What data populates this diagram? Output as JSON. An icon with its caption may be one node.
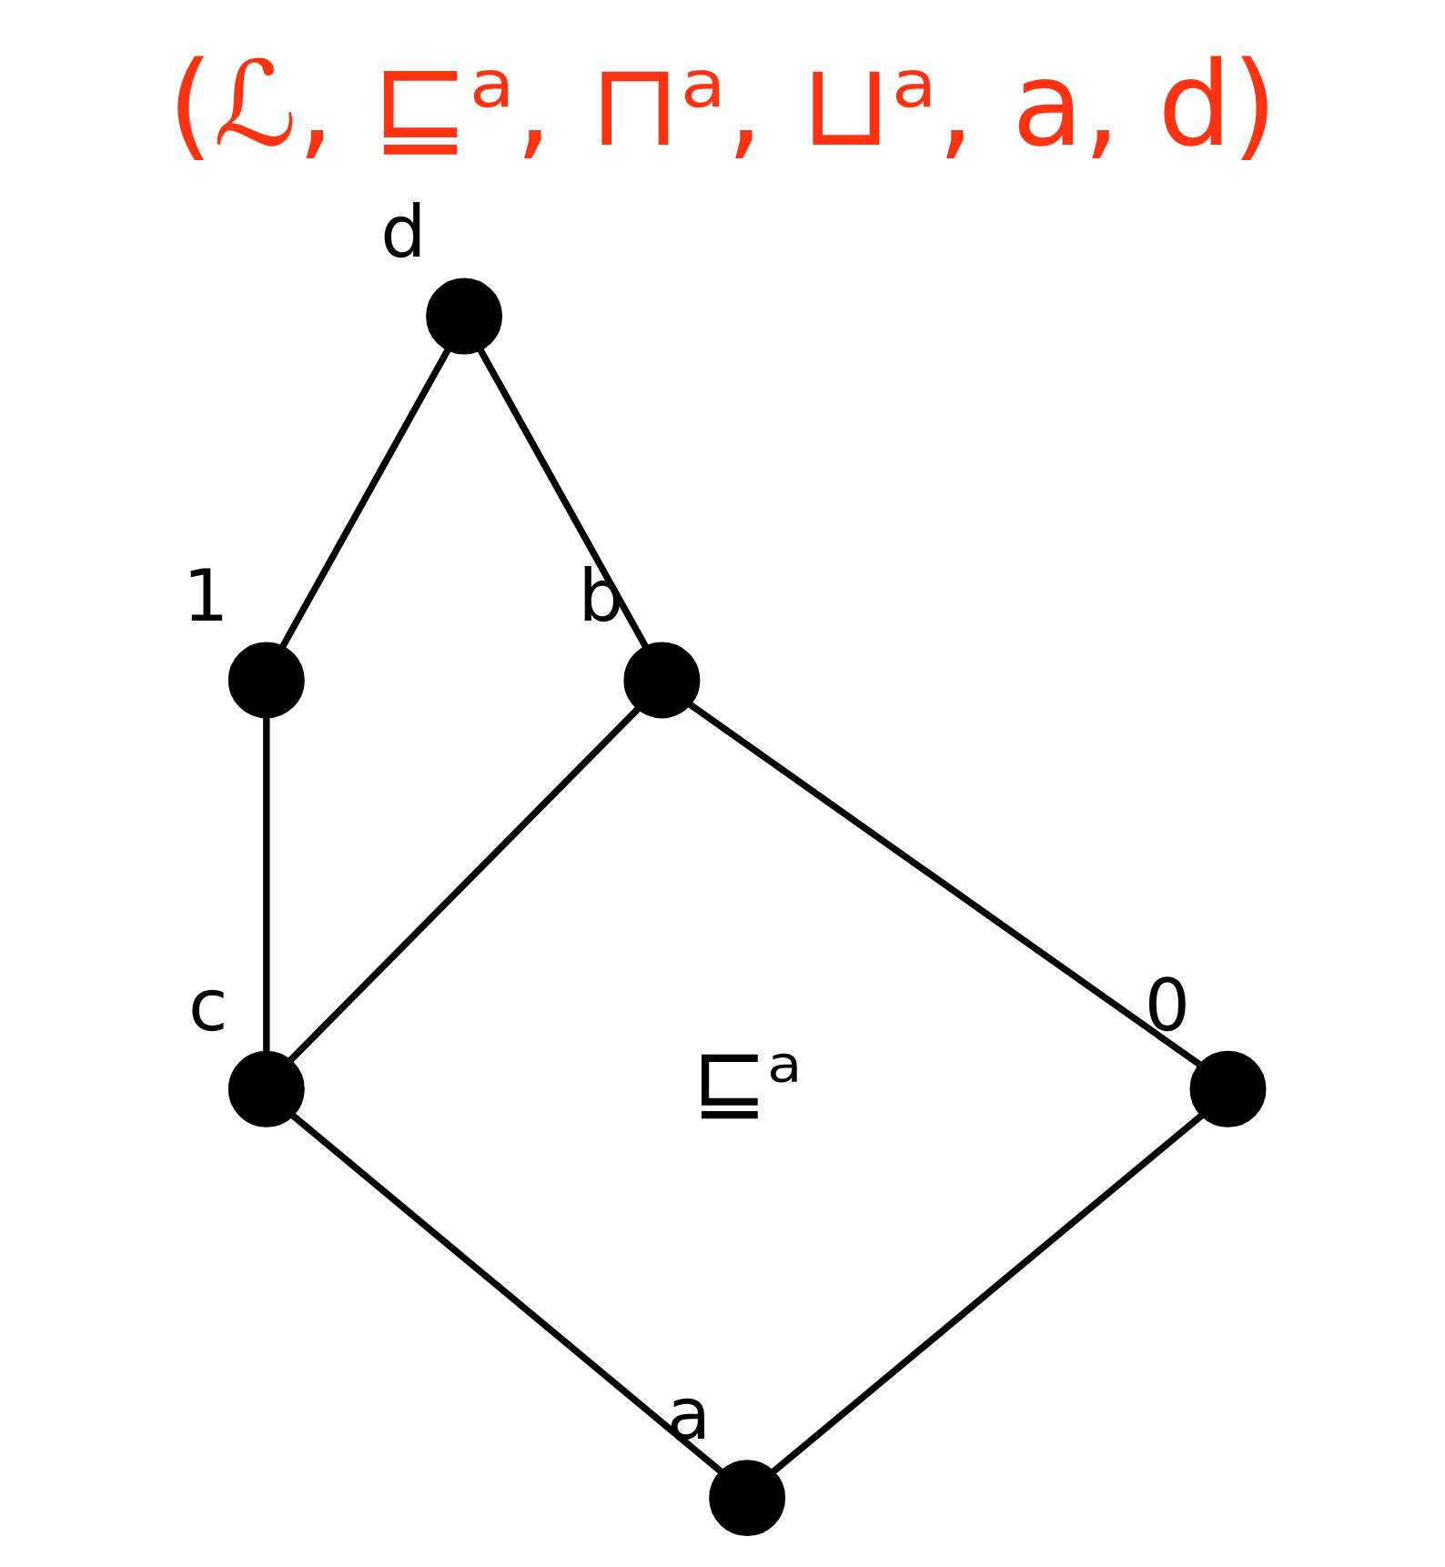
{
  "diagram": {
    "title": "(ℒ, ⊑ᵃ, ⊓ᵃ, ⊔ᵃ, a, d)",
    "nodes": [
      {
        "text": [],
        "shape": "circle",
        "beside": [
          "d"
        ]
      },
      {
        "text": [],
        "shape": "circle",
        "beside": [
          "1"
        ]
      },
      {
        "text": [],
        "shape": "circle",
        "beside": [
          "b"
        ]
      },
      {
        "text": [],
        "shape": "circle",
        "beside": [
          "c"
        ]
      },
      {
        "text": [],
        "shape": "circle",
        "beside": [
          "0"
        ]
      },
      {
        "text": [],
        "shape": "circle",
        "beside": [
          "a"
        ]
      }
    ],
    "edges": [
      {
        "from": 0,
        "to": 1,
        "arrow": "none"
      },
      {
        "from": 0,
        "to": 2,
        "arrow": "none"
      },
      {
        "from": 1,
        "to": 3,
        "arrow": "none"
      },
      {
        "from": 2,
        "to": 3,
        "arrow": "none"
      },
      {
        "from": 2,
        "to": 4,
        "arrow": "none"
      },
      {
        "from": 3,
        "to": 5,
        "arrow": "none"
      },
      {
        "from": 4,
        "to": 5,
        "arrow": "none"
      }
    ],
    "labels": [
      "⊑ᵃ"
    ]
  }
}
